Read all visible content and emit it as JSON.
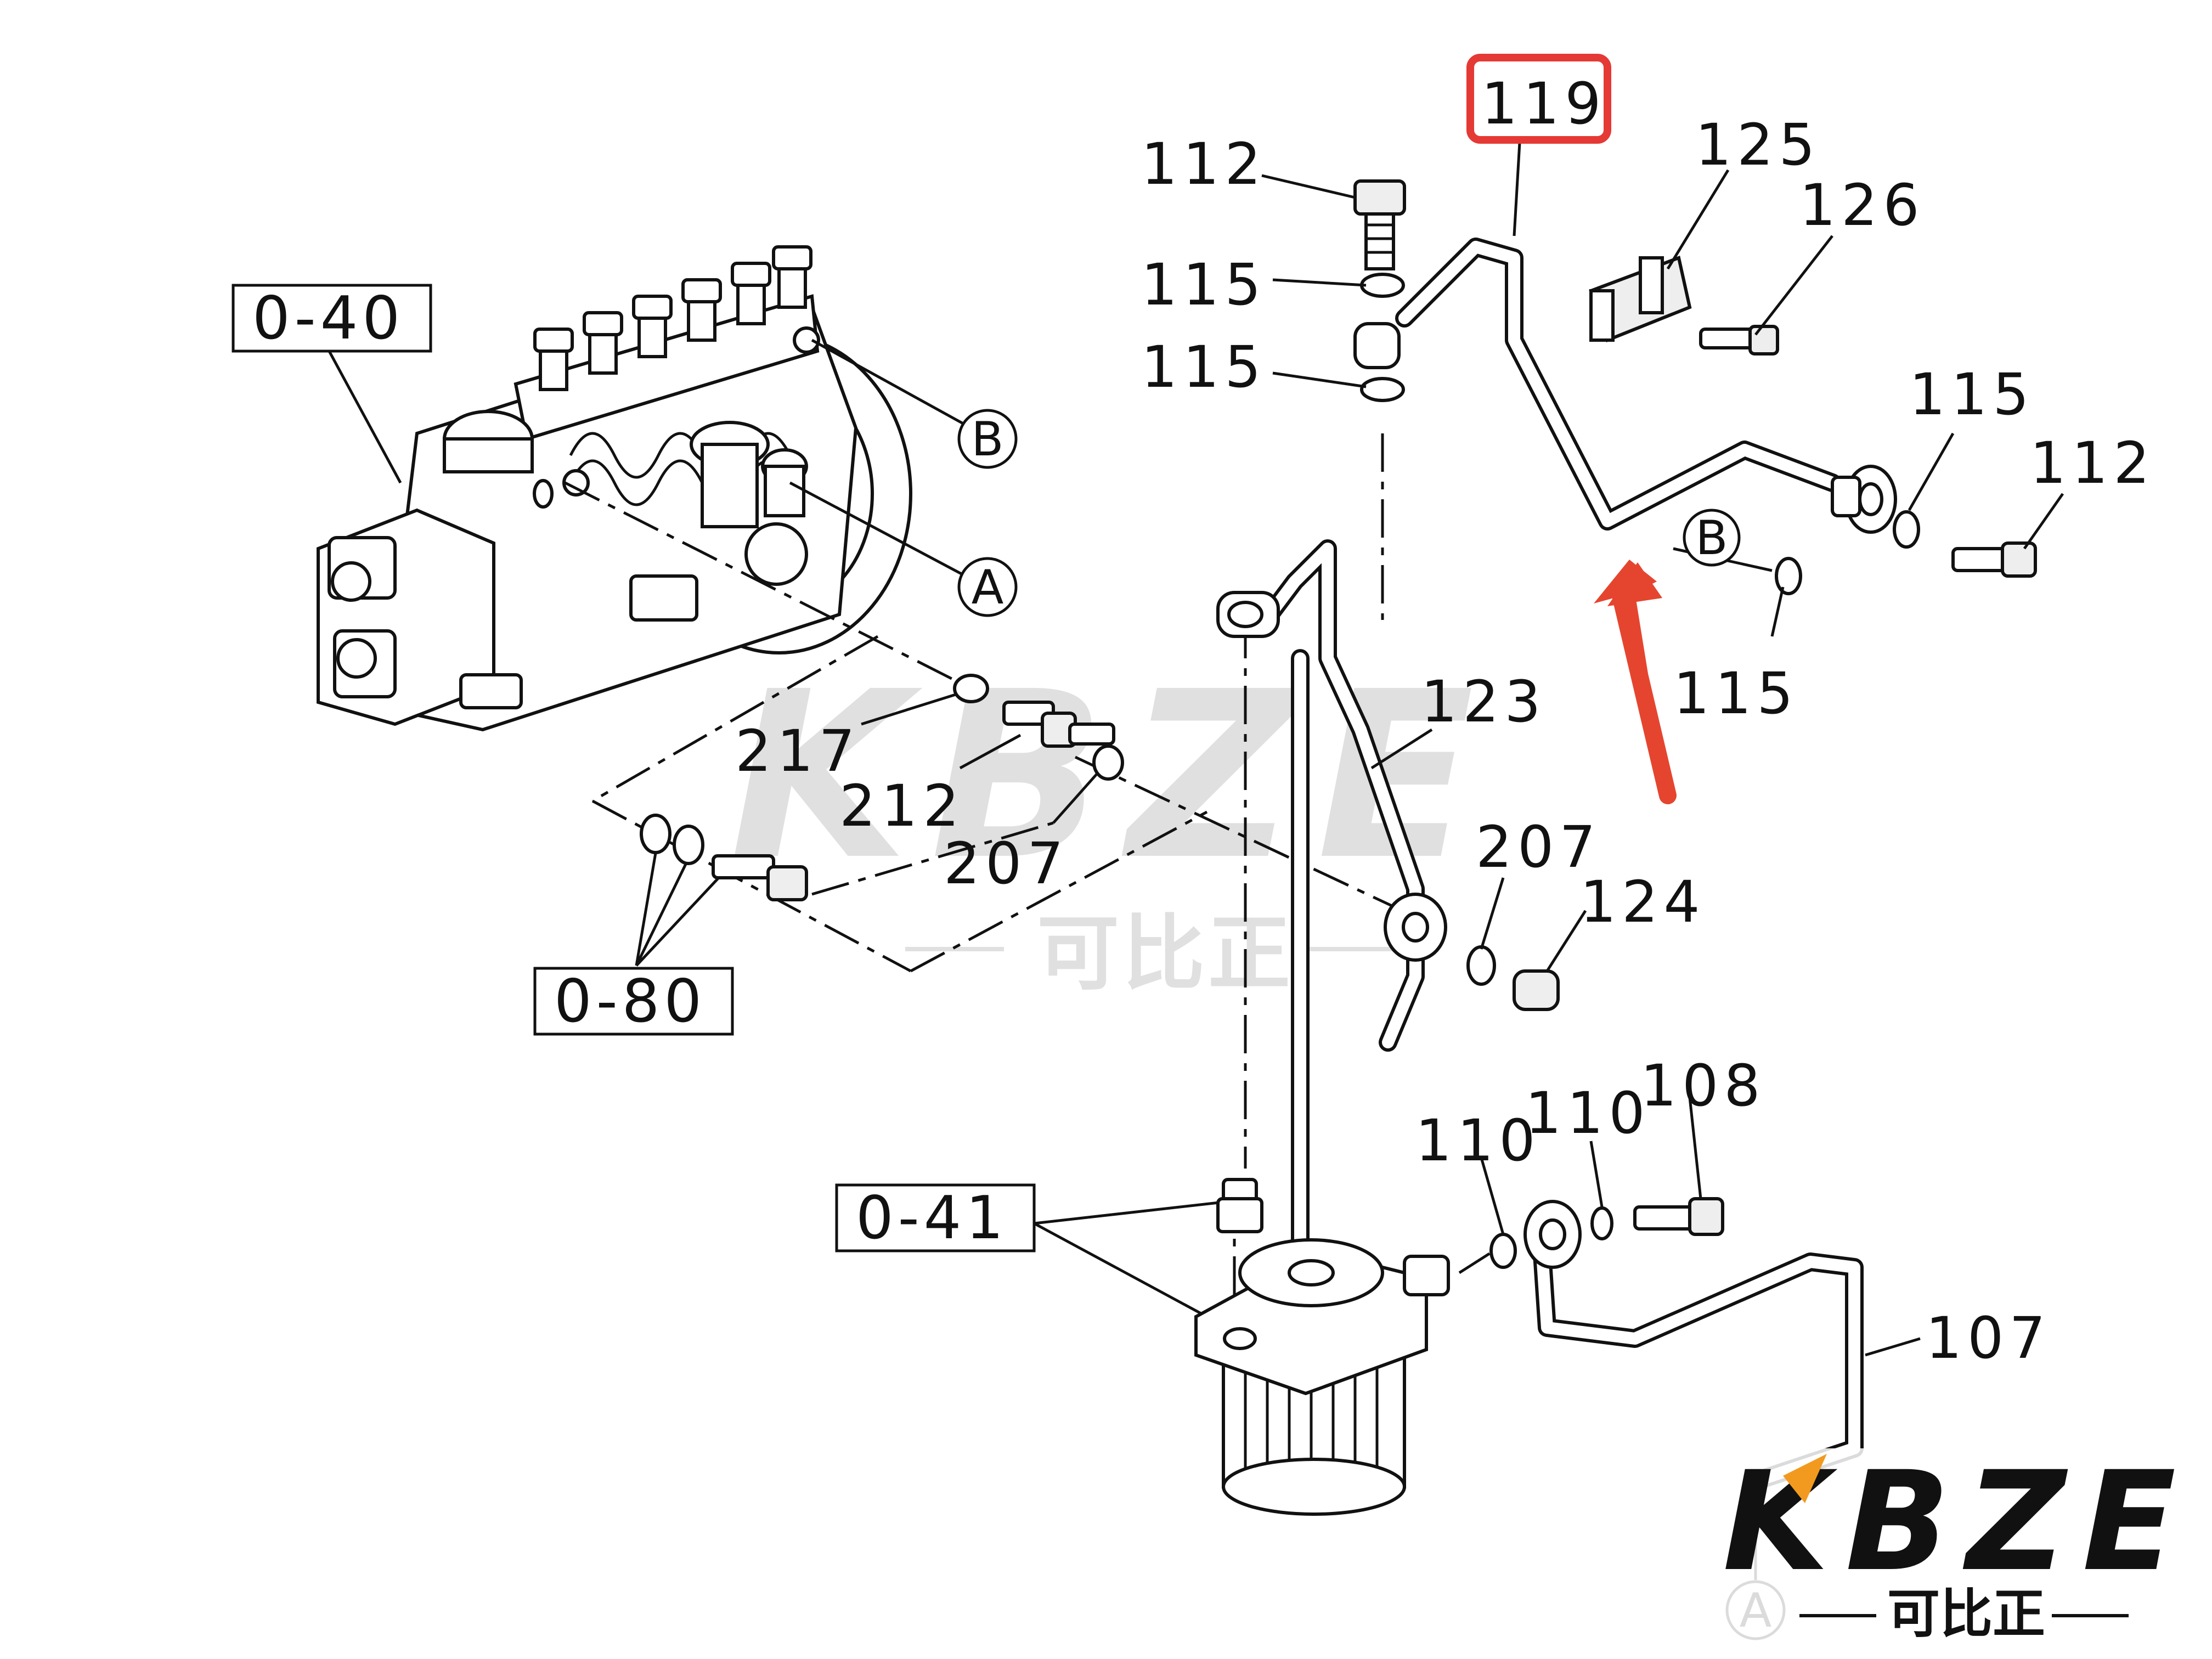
{
  "callouts": {
    "c119": "119",
    "c112_top": "112",
    "c115_a": "115",
    "c115_b": "115",
    "c125": "125",
    "c126": "126",
    "c115_right": "115",
    "c112_right": "112",
    "c115_lower": "115",
    "c123": "123",
    "c217": "217",
    "c212": "212",
    "c207_left": "207",
    "c207_right": "207",
    "c124": "124",
    "c110_a": "110",
    "c110_b": "110",
    "c108": "108",
    "c107": "107"
  },
  "refs": {
    "r040": "0-40",
    "r080": "0-80",
    "r041": "0-41"
  },
  "markers": {
    "b_upper": "B",
    "a_upper": "A",
    "b_right": "B",
    "a_bottom": "A"
  },
  "watermark": {
    "brand": "KBZE",
    "chinese": "可比正"
  },
  "colors": {
    "highlight": "#e53935",
    "arrow": "#e5452f",
    "watermark_gray": "#c8c8c8",
    "logo_black": "#111111",
    "logo_orange": "#f29a1f"
  }
}
